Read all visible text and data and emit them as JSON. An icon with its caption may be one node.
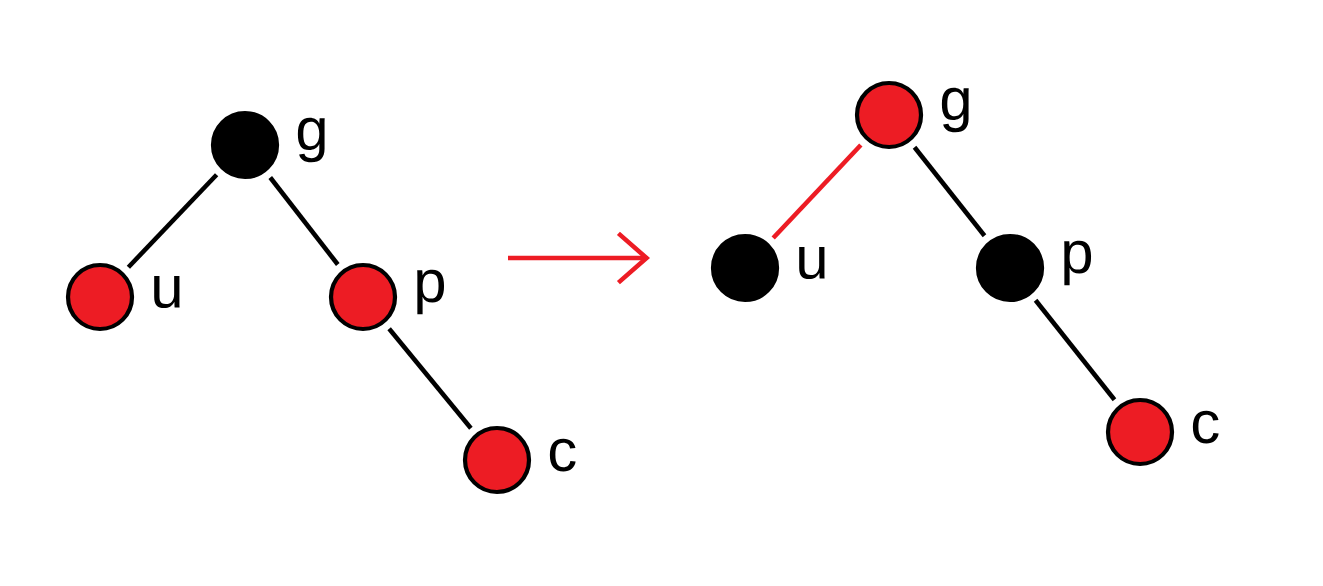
{
  "diagram": {
    "nodes": [
      {
        "text": [
          "g"
        ]
      },
      {
        "text": [
          "u"
        ]
      },
      {
        "text": [
          "p"
        ]
      },
      {
        "text": [
          "c"
        ]
      },
      {
        "text": [
          "g"
        ]
      },
      {
        "text": [
          "u"
        ]
      },
      {
        "text": [
          "p"
        ]
      },
      {
        "text": [
          "c"
        ]
      }
    ],
    "edges": [
      {
        "from": 0,
        "to": 1,
        "arrow": "none"
      },
      {
        "from": 0,
        "to": 2,
        "arrow": "none"
      },
      {
        "from": 2,
        "to": 3,
        "arrow": "none"
      },
      {
        "from": 4,
        "to": 5,
        "arrow": "none",
        "color": "#ed1c24"
      },
      {
        "from": 4,
        "to": 6,
        "arrow": "none"
      },
      {
        "from": 6,
        "to": 7,
        "arrow": "none"
      }
    ]
  }
}
